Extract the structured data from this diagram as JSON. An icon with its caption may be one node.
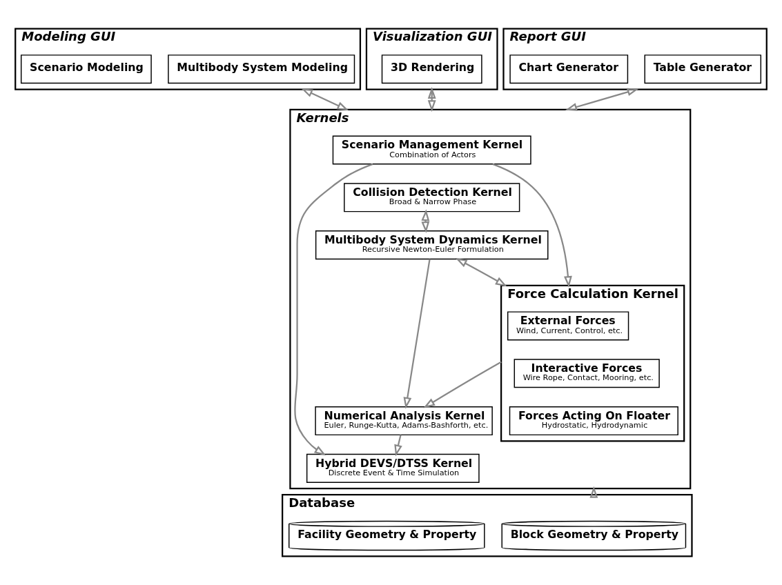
{
  "diagram": {
    "nodes": [
      {
        "text": [
          "Modeling GUI"
        ]
      },
      {
        "text": [
          "Multibody System Modeling"
        ],
        "in": 0
      },
      {
        "text": [
          "Scenario Modeling"
        ],
        "in": 0
      },
      {
        "text": [
          "Visualization GUI"
        ]
      },
      {
        "text": [
          "3D Rendering"
        ],
        "in": 3
      },
      {
        "text": [
          "Report GUI"
        ]
      },
      {
        "text": [
          "Table Generator"
        ],
        "in": 5
      },
      {
        "text": [
          "Chart Generator"
        ],
        "in": 5
      },
      {
        "text": [
          "Kernels"
        ]
      },
      {
        "text": [
          "Scenario Management Kernel",
          "Combination of Actors"
        ],
        "in": 8
      },
      {
        "text": [
          "Collision Detection Kernel",
          "Broad & Narrow Phase"
        ],
        "in": 8
      },
      {
        "text": [
          "Multibody System Dynamics Kernel",
          "Recursive Newton-Euler Formulation"
        ],
        "in": 8
      },
      {
        "text": [
          "Hybrid DEVS/DTSS Kernel",
          "Discrete Event & Time Simulation"
        ],
        "in": 8
      },
      {
        "text": [
          "Numerical Analysis Kernel",
          "Euler, Runge-Kutta, Adams-Bashforth, etc."
        ],
        "in": 8
      },
      {
        "text": [
          "Force Calculation Kernel"
        ],
        "in": 8
      },
      {
        "text": [
          "External Forces",
          "Wind, Current, Control, etc."
        ],
        "in": 14
      },
      {
        "text": [
          "Interactive Forces",
          "Wire Rope, Contact, Mooring, etc."
        ],
        "in": 14
      },
      {
        "text": [
          "Forces Acting On Floater",
          "Hydrostatic, Hydrodynamic"
        ],
        "in": 14
      },
      {
        "text": [
          "Database"
        ]
      },
      {
        "text": [
          "Block Geometry & Property"
        ],
        "in": 18
      },
      {
        "text": [
          "Facility Geometry & Property"
        ],
        "in": 18
      }
    ],
    "edges": [
      {
        "from": 0,
        "to": 8,
        "arrow": "both"
      },
      {
        "from": 3,
        "to": 8,
        "arrow": "both"
      },
      {
        "from": 5,
        "to": 8,
        "arrow": "both"
      },
      {
        "from": 9,
        "to": 14,
        "arrow": "to"
      },
      {
        "from": 9,
        "to": 12,
        "arrow": "to"
      },
      {
        "from": 13,
        "to": 12,
        "arrow": "to"
      },
      {
        "from": 10,
        "to": 11,
        "arrow": "both"
      },
      {
        "from": 11,
        "to": 13,
        "arrow": "to"
      },
      {
        "from": 14,
        "to": 13,
        "arrow": "to"
      },
      {
        "from": 11,
        "to": 14,
        "arrow": "both"
      },
      {
        "from": 18,
        "to": 8,
        "arrow": "to"
      }
    ]
  }
}
